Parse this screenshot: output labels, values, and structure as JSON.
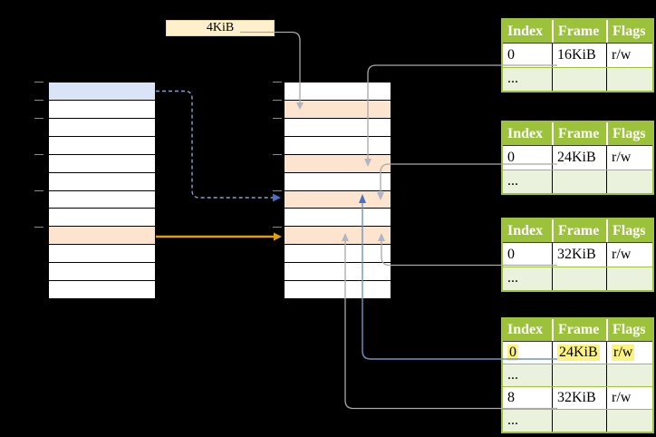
{
  "diagram": {
    "page_size_label": "4KiB",
    "colors": {
      "background": "#000000",
      "row_white": "#ffffff",
      "row_blue": "#d9e4f6",
      "row_peach": "#fce4cf",
      "label_box_bg": "#fdf0ca",
      "label_box_border": "#e3d5a4",
      "table_green": "#9cc23c",
      "table_light_green": "#eaf1dc",
      "highlight_yellow": "#fbf37e",
      "arrow_gray": "#a8a8a8",
      "arrow_gray_head": "#aeb5c4",
      "arrow_blue": "#6f94c4",
      "arrow_blue_head": "#4472c4",
      "arrow_blue_dashed": "#80a4d0",
      "arrow_orange": "#dfa108",
      "tick_gray": "#8a8a8a"
    },
    "first_level_table": {
      "row_count": 12,
      "row_colors": {
        "0": "blue",
        "8": "peach"
      }
    },
    "second_level_table": {
      "row_count": 12,
      "row_colors": {
        "1": "peach",
        "4": "peach",
        "6": "peach",
        "8": "peach"
      }
    },
    "frame_tables": [
      {
        "headers": [
          "Index",
          "Frame",
          "Flags"
        ],
        "rows": [
          {
            "cells": [
              "0",
              "16KiB",
              "r/w"
            ]
          },
          {
            "cells": [
              "...",
              "",
              ""
            ],
            "shaded": true
          }
        ]
      },
      {
        "headers": [
          "Index",
          "Frame",
          "Flags"
        ],
        "rows": [
          {
            "cells": [
              "0",
              "24KiB",
              "r/w"
            ]
          },
          {
            "cells": [
              "...",
              "",
              ""
            ],
            "shaded": true
          }
        ]
      },
      {
        "headers": [
          "Index",
          "Frame",
          "Flags"
        ],
        "rows": [
          {
            "cells": [
              "0",
              "32KiB",
              "r/w"
            ]
          },
          {
            "cells": [
              "...",
              "",
              ""
            ],
            "shaded": true
          }
        ]
      },
      {
        "headers": [
          "Index",
          "Frame",
          "Flags"
        ],
        "rows": [
          {
            "cells": [
              "0",
              "24KiB",
              "r/w"
            ],
            "highlighted": true
          },
          {
            "cells": [
              "...",
              "",
              ""
            ],
            "shaded": true
          },
          {
            "cells": [
              "8",
              "32KiB",
              "r/w"
            ]
          },
          {
            "cells": [
              "...",
              "",
              ""
            ],
            "shaded": true
          }
        ]
      }
    ]
  }
}
